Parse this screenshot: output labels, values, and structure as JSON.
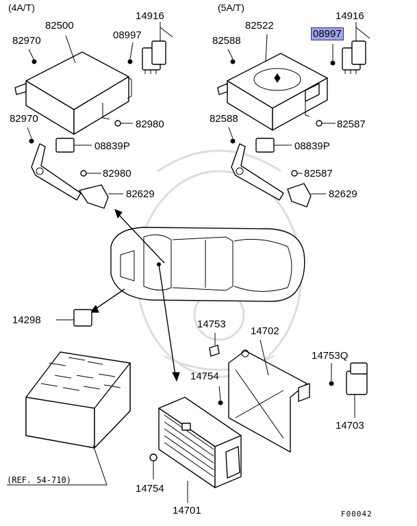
{
  "headers": {
    "left": "(4A/T)",
    "right": "(5A/T)"
  },
  "labels": {
    "p14916_left": "14916",
    "p82500": "82500",
    "p08997_left": "08997",
    "p82970_top": "82970",
    "p82970_bottom": "82970",
    "p82980_top": "82980",
    "p08839p_left": "08839P",
    "p82980_bottom": "82980",
    "p82629_left": "82629",
    "p14916_right": "14916",
    "p82522": "82522",
    "p08997_right": "08997",
    "p82588_top": "82588",
    "p82588_bottom": "82588",
    "p82587_top": "82587",
    "p08839p_right": "08839P",
    "p82587_bottom": "82587",
    "p82629_right": "82629",
    "p14298": "14298",
    "p14753": "14753",
    "p14702": "14702",
    "p14753q": "14753Q",
    "p14754_top": "14754",
    "p14703": "14703",
    "p14754_bottom": "14754",
    "p14701": "14701"
  },
  "reference": "(REF. 54-710)",
  "figure_code": "F00042",
  "colors": {
    "highlight_fill": "#9fa3e6",
    "highlight_border": "#2c2f9e"
  }
}
